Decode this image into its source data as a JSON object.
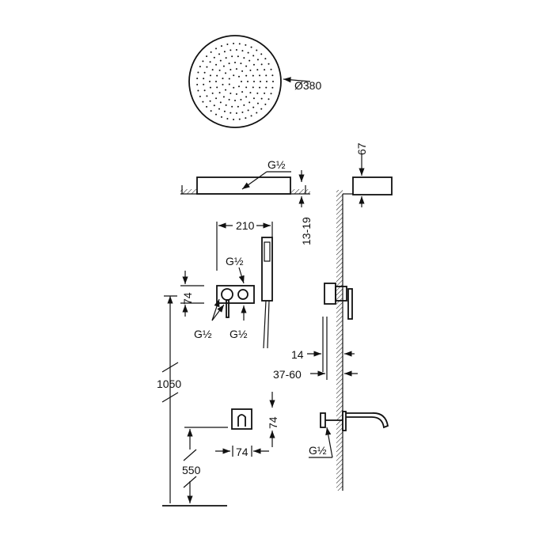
{
  "drawing": {
    "shower_head_diameter": "Ø380",
    "ceiling_connection": "G½",
    "ceiling_depth": "13-19",
    "overhead_thickness": "67",
    "mixer_width": "210",
    "mixer_outlet_top": "G½",
    "mixer_height": "74",
    "mixer_inlets_left": "G½",
    "mixer_inlet_right": "G½",
    "mixer_mount_height": "1050",
    "wall_offset_small": "14",
    "wall_offset_range": "37-60",
    "spout_box_height": "74",
    "spout_box_width": "74",
    "spout_mount_height": "550",
    "spout_connection": "G½"
  },
  "colors": {
    "line": "#111111",
    "background": "#ffffff"
  }
}
